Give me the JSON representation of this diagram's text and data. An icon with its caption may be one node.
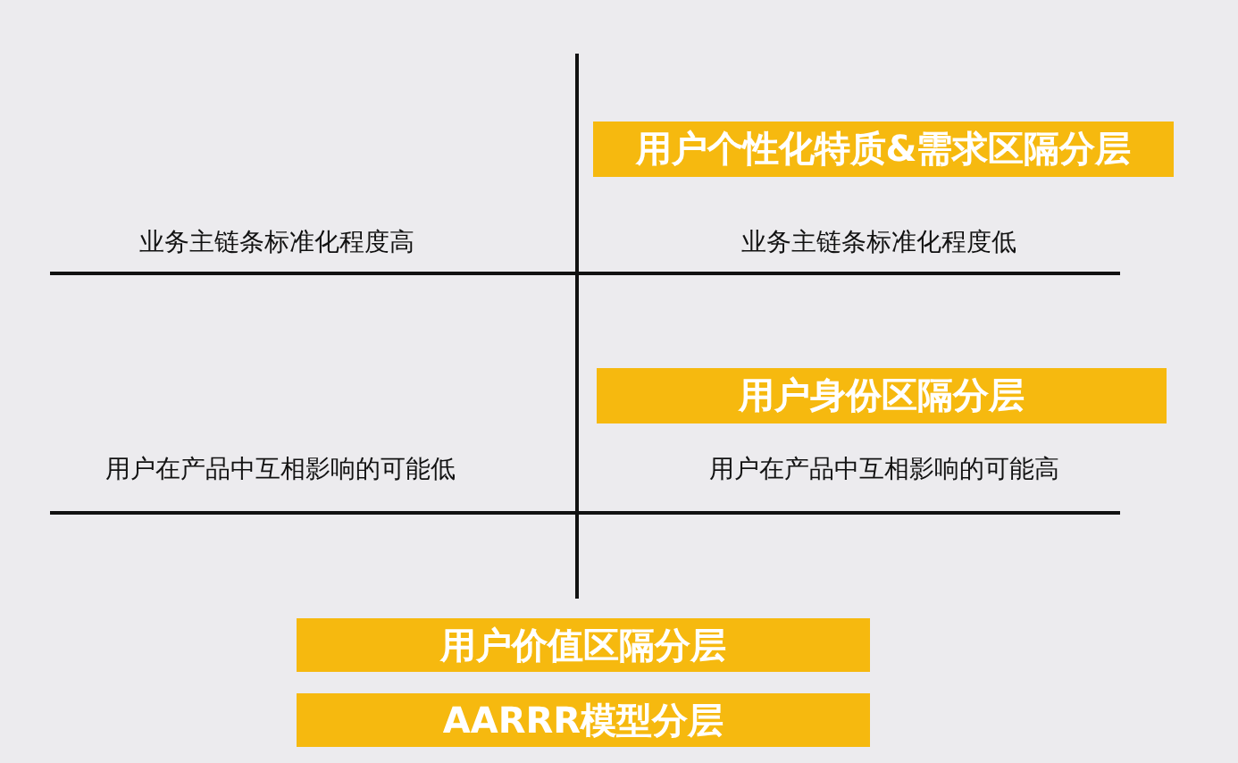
{
  "diagram": {
    "nodes": [
      {
        "text": [
          "用户个性化特质&需求区隔分层"
        ]
      },
      {
        "text": [
          "用户身份区隔分层"
        ]
      },
      {
        "text": [
          "用户价值区隔分层"
        ]
      },
      {
        "text": [
          "AARRR模型分层"
        ]
      }
    ],
    "labels": [
      "业务主链条标准化程度高",
      "业务主链条标准化程度低",
      "用户在产品中互相影响的可能低",
      "用户在产品中互相影响的可能高"
    ]
  }
}
